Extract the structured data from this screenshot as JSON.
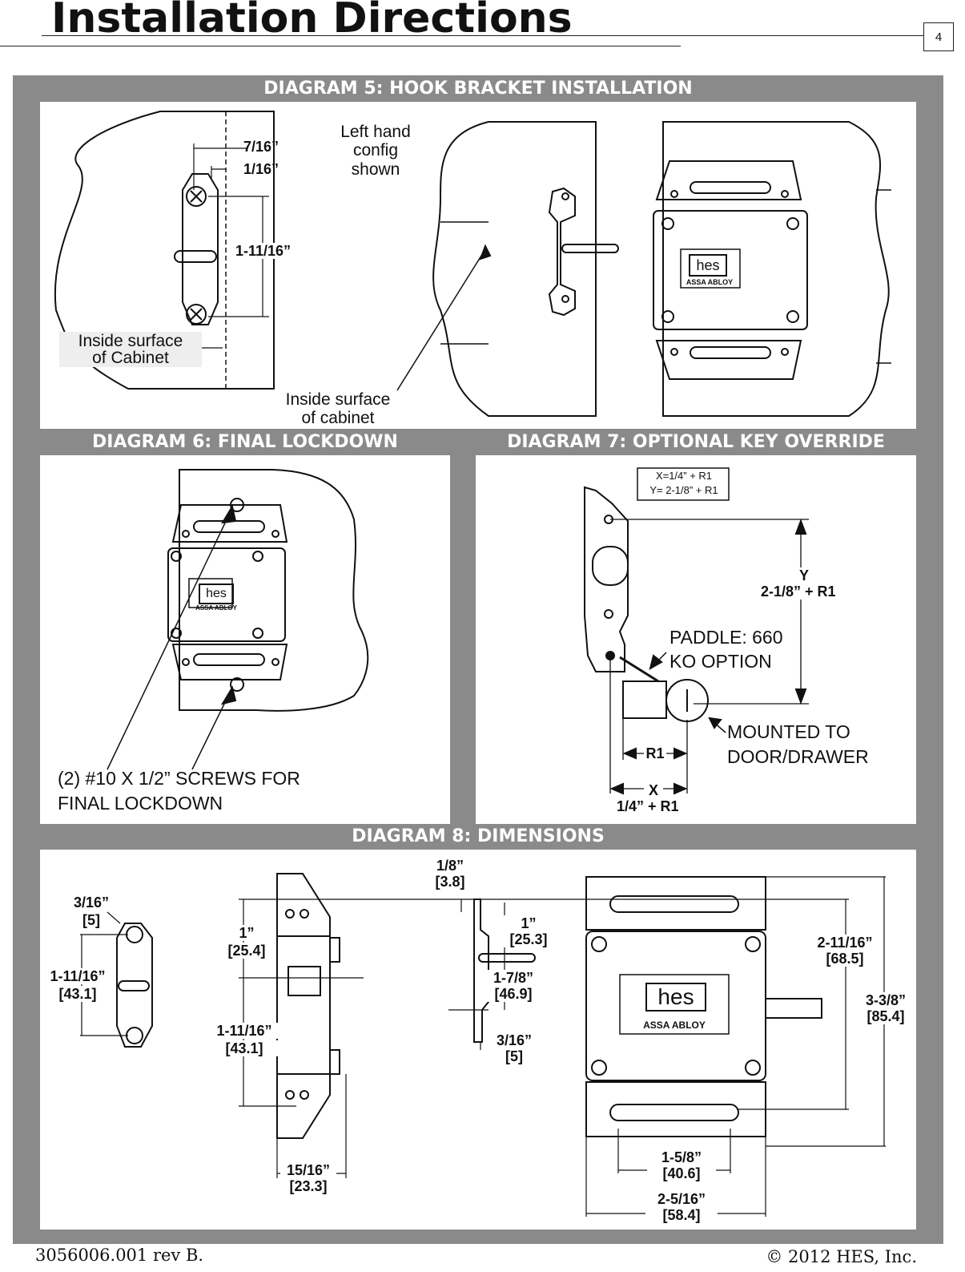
{
  "header": {
    "title": "Installation Directions",
    "page_number": "4"
  },
  "diagram5": {
    "title": "DIAGRAM 5: HOOK BRACKET INSTALLATION",
    "dim_7_16": "7/16”",
    "dim_1_16": "1/16”",
    "dim_1_11_16": "1-11/16”",
    "inside_surface_cabinet_1": "Inside surface",
    "inside_surface_cabinet_2": "of Cabinet",
    "left_hand_1": "Left hand",
    "left_hand_2": "config",
    "left_hand_3": "shown",
    "inside_surface_lower_1": "Inside surface",
    "inside_surface_lower_2": "of cabinet",
    "logo_text": "hes",
    "logo_sub": "ASSA ABLOY"
  },
  "diagram6": {
    "title": "DIAGRAM 6: FINAL LOCKDOWN",
    "note_1": "(2) #10 X 1/2” SCREWS FOR",
    "note_2": "FINAL LOCKDOWN",
    "logo_text": "hes",
    "logo_sub": "ASSA ABLOY"
  },
  "diagram7": {
    "title": "DIAGRAM 7: OPTIONAL KEY OVERRIDE",
    "formula_x": "X=1/4” + R1",
    "formula_y": "Y= 2-1/8” + R1",
    "y_label": "Y",
    "y_value": "2-1/8” + R1",
    "paddle_1": "PADDLE: 660",
    "paddle_2": "KO OPTION",
    "mounted_1": "MOUNTED TO",
    "mounted_2": "DOOR/DRAWER",
    "r1_label": "R1",
    "x_label": "X",
    "x_value": "1/4” + R1"
  },
  "diagram8": {
    "title": "DIAGRAM 8: DIMENSIONS",
    "d_3_16_top": "3/16”",
    "d_3_16_top_mm": "[5]",
    "d_1_11_16_a": "1-11/16”",
    "d_1_11_16_a_mm": "[43.1]",
    "d_1_in": "1”",
    "d_1_in_mm": "[25.4]",
    "d_1_11_16_b": "1-11/16”",
    "d_1_11_16_b_mm": "[43.1]",
    "d_15_16": "15/16”",
    "d_15_16_mm": "[23.3]",
    "d_1_8": "1/8”",
    "d_1_8_mm": "[3.8]",
    "d_1_in_b": "1”",
    "d_1_in_b_mm": "[25.3]",
    "d_1_7_8": "1-7/8”",
    "d_1_7_8_mm": "[46.9]",
    "d_3_16_b": "3/16”",
    "d_3_16_b_mm": "[5]",
    "d_2_11_16": "2-11/16”",
    "d_2_11_16_mm": "[68.5]",
    "d_3_3_8": "3-3/8”",
    "d_3_3_8_mm": "[85.4]",
    "d_1_5_8": "1-5/8”",
    "d_1_5_8_mm": "[40.6]",
    "d_2_5_16": "2-5/16”",
    "d_2_5_16_mm": "[58.4]",
    "logo_text": "hes",
    "logo_sub": "ASSA ABLOY"
  },
  "footer": {
    "doc_number": "3056006.001 rev B.",
    "copyright": "© 2012 HES, Inc."
  }
}
